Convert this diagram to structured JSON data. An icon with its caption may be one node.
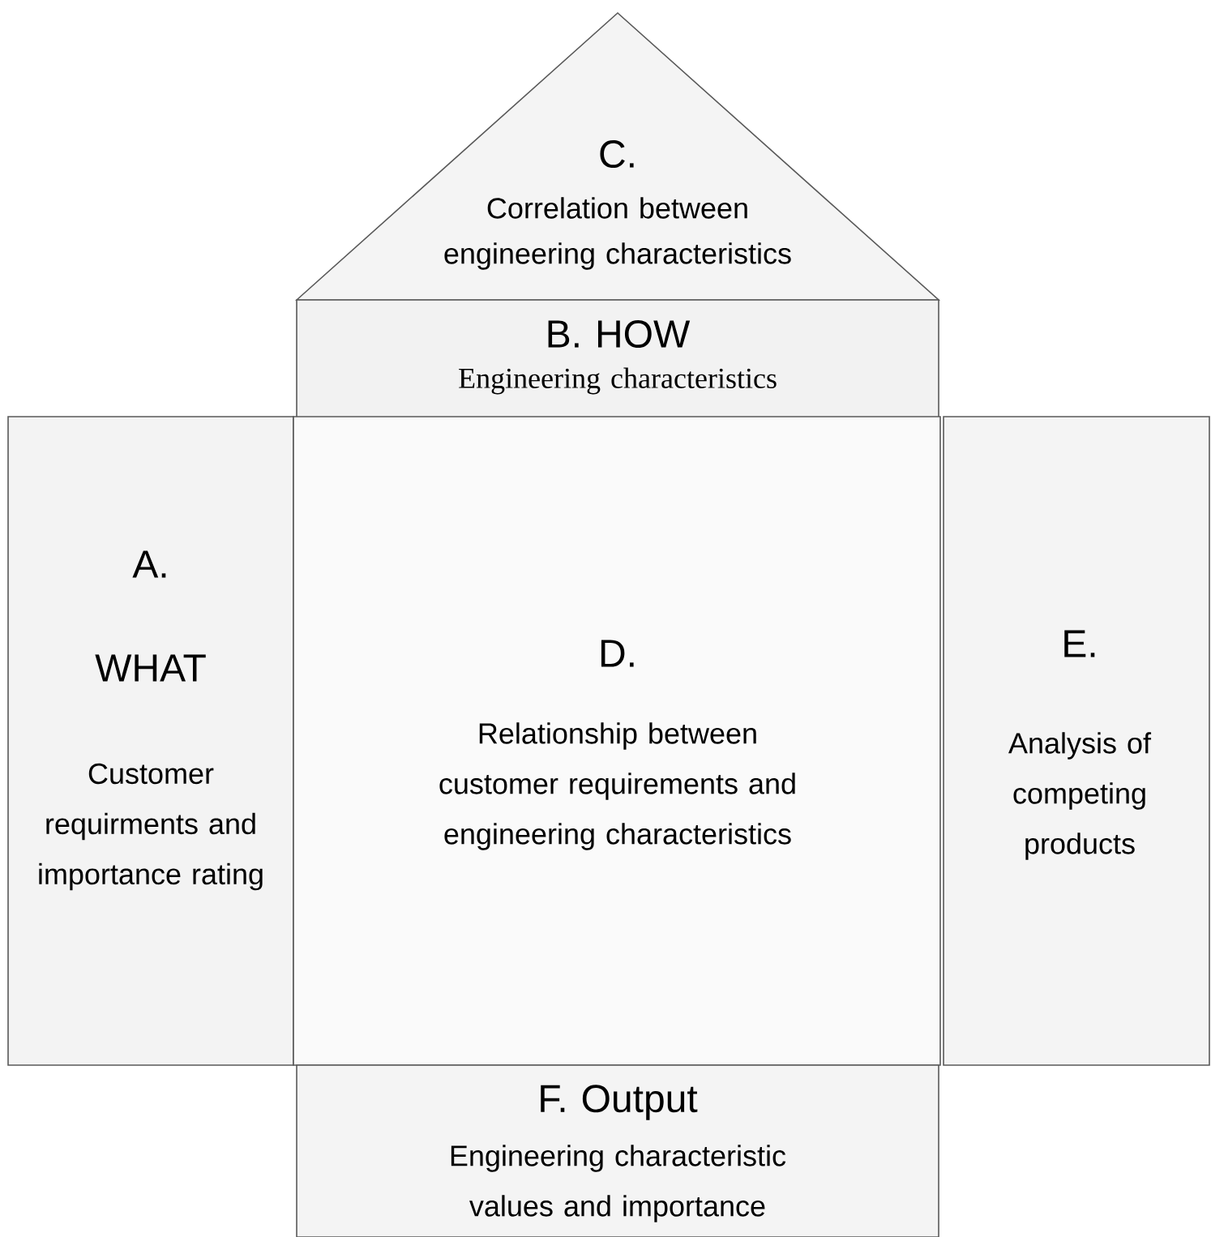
{
  "diagram": {
    "nodes": [
      {
        "text": [
          "C.",
          "Correlation between engineering characteristics"
        ]
      },
      {
        "text": [
          "B. HOW",
          "Engineering characteristics"
        ]
      },
      {
        "text": [
          "A.",
          "WHAT",
          "Customer requirments and importance rating"
        ]
      },
      {
        "text": [
          "D.",
          "Relationship between customer requirements and engineering characteristics"
        ]
      },
      {
        "text": [
          "E.",
          "Analysis of competing products"
        ]
      },
      {
        "text": [
          "F. Output",
          "Engineering characteristic values and importance"
        ]
      }
    ]
  }
}
